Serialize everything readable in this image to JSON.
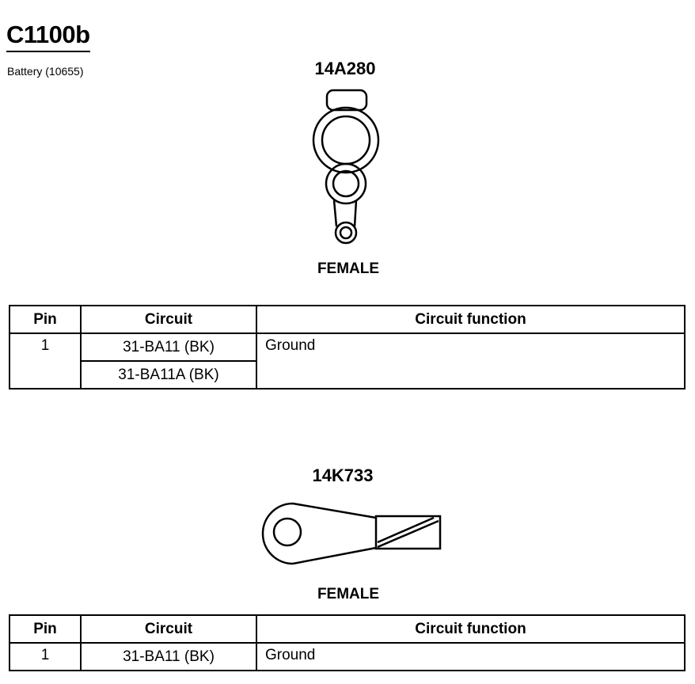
{
  "header": {
    "connector_id": "C1100b",
    "description": "Battery (10655)"
  },
  "connectors": [
    {
      "part_number": "14A280",
      "gender": "FEMALE",
      "table": {
        "columns": [
          "Pin",
          "Circuit",
          "Circuit function"
        ],
        "rows": [
          {
            "pin": "1",
            "circuits": [
              "31-BA11 (BK)",
              "31-BA11A (BK)"
            ],
            "function": "Ground"
          }
        ]
      }
    },
    {
      "part_number": "14K733",
      "gender": "FEMALE",
      "table": {
        "columns": [
          "Pin",
          "Circuit",
          "Circuit function"
        ],
        "rows": [
          {
            "pin": "1",
            "circuits": [
              "31-BA11 (BK)"
            ],
            "function": "Ground"
          }
        ]
      }
    }
  ]
}
